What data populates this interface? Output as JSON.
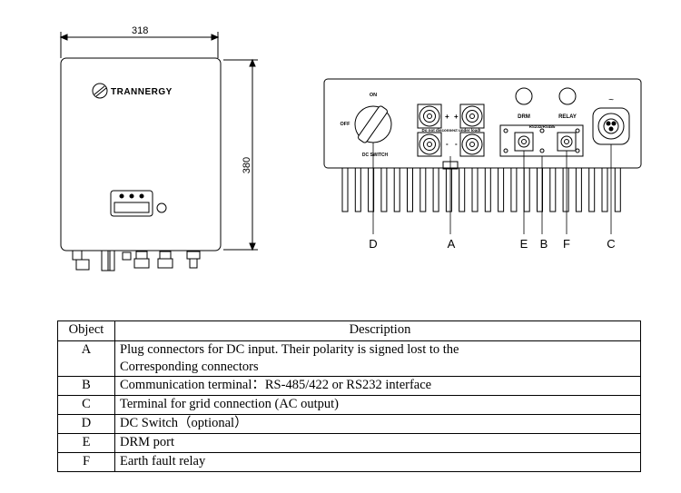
{
  "drawing": {
    "width_label": "318",
    "height_label": "380",
    "brand": "TRANNERGY",
    "switch_on": "ON",
    "switch_off": "OFF",
    "switch_name": "DC SWITCH",
    "dc_warning": "Do not disconnect under load!",
    "plus": "+",
    "minus": "-",
    "drm_label": "DRM",
    "relay_label": "RELAY",
    "comm_label": "RS232/RS485",
    "ac_symbol": "~",
    "callouts": [
      "D",
      "A",
      "E",
      "B",
      "F",
      "C"
    ]
  },
  "table": {
    "headers": {
      "object": "Object",
      "description": "Description"
    },
    "rows": [
      {
        "object": "A",
        "lines": [
          "Plug connectors for DC input. Their polarity is signed lost to the",
          "Corresponding connectors"
        ]
      },
      {
        "object": "B",
        "lines": [
          "Communication terminal：RS-485/422 or RS232 interface"
        ]
      },
      {
        "object": "C",
        "lines": [
          "Terminal for grid connection (AC output)"
        ]
      },
      {
        "object": "D",
        "lines": [
          "DC Switch（optional）"
        ]
      },
      {
        "object": "E",
        "lines": [
          "DRM port"
        ]
      },
      {
        "object": "F",
        "lines": [
          "Earth fault relay"
        ]
      }
    ]
  }
}
